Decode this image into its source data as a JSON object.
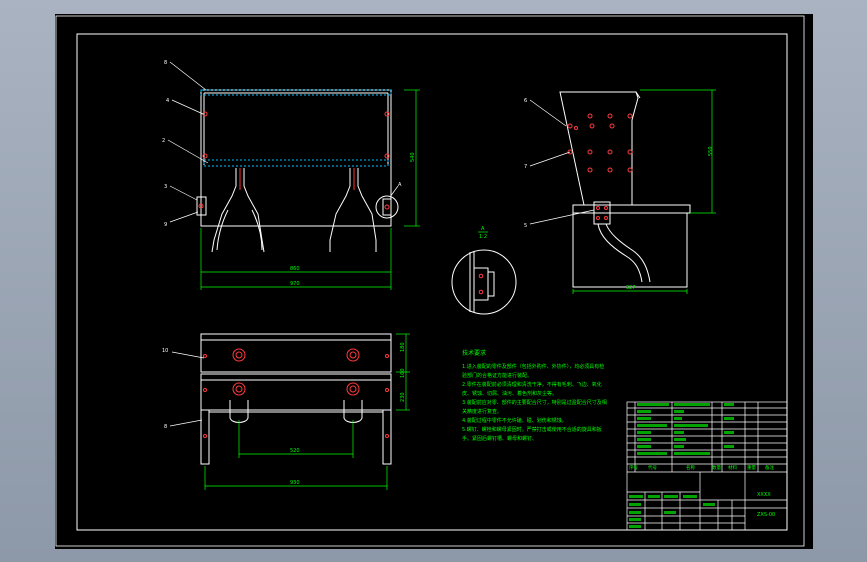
{
  "colors": {
    "background": "#000000",
    "frame": "#ffffff",
    "dimension": "#00ff00",
    "leader": "#ffffff",
    "part": "#ffffff",
    "hole": "#ff3b3b",
    "center": "#ff3030",
    "hatch": "#00bfff",
    "title_block_text": "#00ff00"
  },
  "front_view": {
    "balloons": [
      "8",
      "4",
      "2",
      "3",
      "9"
    ],
    "dim_inner": "860",
    "dim_outer": "970",
    "dim_height": "540",
    "detail_tag": "A"
  },
  "side_view": {
    "balloons": [
      "6",
      "7",
      "5"
    ],
    "dim_height": "550",
    "dim_base": "327"
  },
  "detail_view": {
    "label": "A",
    "scale": "1:2"
  },
  "top_view": {
    "balloons": [
      "10",
      "8"
    ],
    "dim_right_top": "180",
    "dim_right_mid": "160",
    "dim_right_low": "230",
    "dim_spacing": "520",
    "dim_total": "930"
  },
  "notes": {
    "title": "技术要求",
    "lines": [
      "1.进入装配的零件及部件（包括外购件、外协件），均必须具有检",
      "验部门的合格证方能进行装配。",
      "2.零件在装配前必须清理和清洗干净，不得有毛刺、飞边、氧化",
      "皮、锈蚀、切屑、油污、着色剂和灰尘等。",
      "3.装配前应对零、部件的主要配合尺寸，特别是过盈配合尺寸及相",
      "关精度进行复查。",
      "4.装配过程中零件不允许磕、碰、划伤和锈蚀。",
      "5.螺钉、螺栓和螺母紧固时，严禁打击或使用不合适的旋具和扳",
      "手。紧固后螺钉槽、螺母和螺钉、"
    ]
  },
  "title_block": {
    "headers": [
      "序号",
      "代号",
      "名称",
      "数量",
      "材料",
      "重量",
      "备注"
    ],
    "company": "XXXX",
    "drawing_no": "ZXS-00"
  }
}
